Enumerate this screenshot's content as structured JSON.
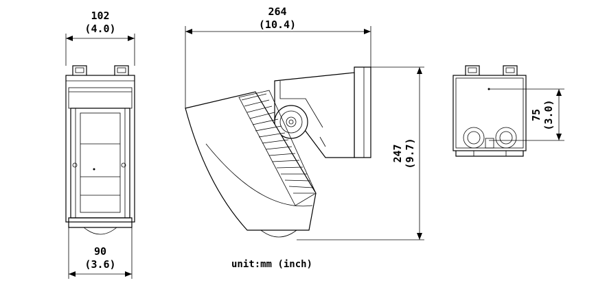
{
  "dimensions": {
    "front_width_mm": "102",
    "front_width_in": "(4.0)",
    "bottom_width_mm": "90",
    "bottom_width_in": "(3.6)",
    "side_depth_mm": "264",
    "side_depth_in": "(10.4)",
    "side_height_mm": "247",
    "side_height_in": "(9.7)",
    "rear_spacing_mm": "75",
    "rear_spacing_in": "(3.0)"
  },
  "unit_note": "unit:mm (inch)"
}
